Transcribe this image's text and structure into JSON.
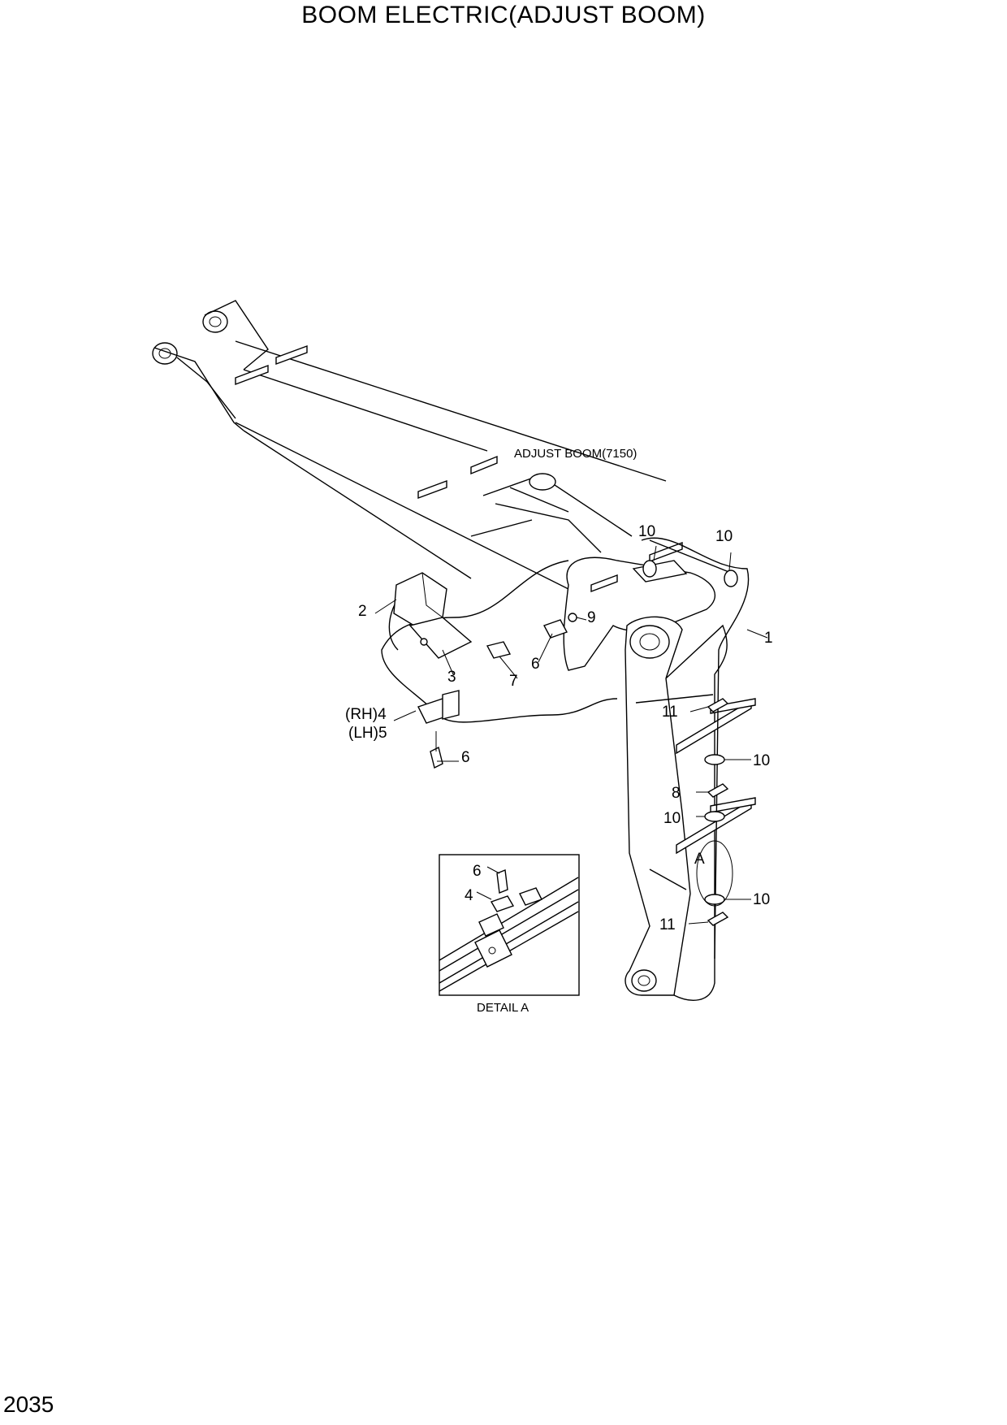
{
  "title": "BOOM ELECTRIC(ADJUST BOOM)",
  "page_number": "2035",
  "note_adjust_boom": "ADJUST BOOM(7150)",
  "detail_caption": "DETAIL  A",
  "detail_ref": "A",
  "callouts": {
    "c1": "1",
    "c2": "2",
    "c3": "3",
    "c4": "(RH)4",
    "c5": "(LH)5",
    "c6a": "6",
    "c6b": "6",
    "c7": "7",
    "c8": "8",
    "c9": "9",
    "c10a": "10",
    "c10b": "10",
    "c10c": "10",
    "c10d": "10",
    "c10e": "10",
    "c11a": "11",
    "c11b": "11",
    "d6": "6",
    "d4": "4"
  }
}
